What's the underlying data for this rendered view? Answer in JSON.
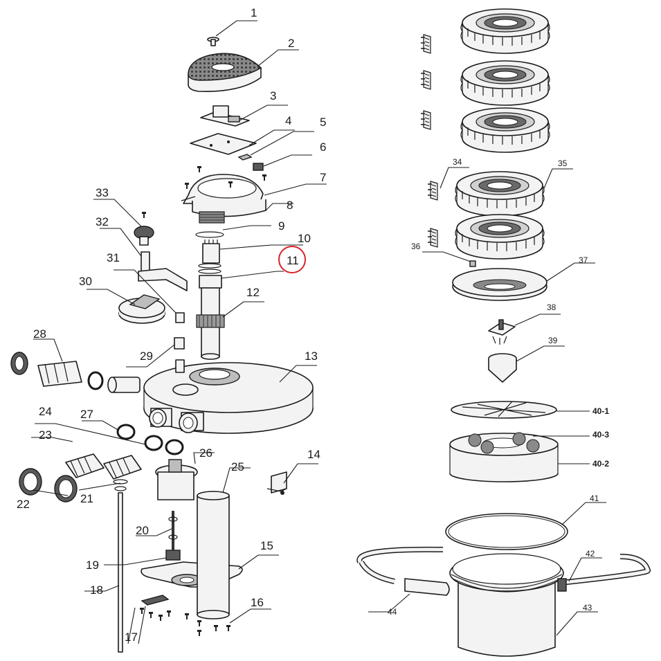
{
  "labels": {
    "p1": "1",
    "p2": "2",
    "p3": "3",
    "p4": "4",
    "p5": "5",
    "p6": "6",
    "p7": "7",
    "p8": "8",
    "p9": "9",
    "p10": "10",
    "p11": "11",
    "p12": "12",
    "p13": "13",
    "p14": "14",
    "p15": "15",
    "p16": "16",
    "p17": "17",
    "p18": "18",
    "p19": "19",
    "p20": "20",
    "p21": "21",
    "p22": "22",
    "p23": "23",
    "p24": "24",
    "p25": "25",
    "p26": "26",
    "p27": "27",
    "p28": "28",
    "p29": "29",
    "p30": "30",
    "p31": "31",
    "p32": "32",
    "p33": "33",
    "p34": "34",
    "p35": "35",
    "p36": "36",
    "p37": "37",
    "p38": "38",
    "p39": "39",
    "p40_1": "40-1",
    "p40_2": "40-2",
    "p40_3": "40-3",
    "p41": "41",
    "p42": "42",
    "p43": "43",
    "p44": "44"
  },
  "highlight": {
    "part": "11",
    "color": "#d8232a"
  },
  "colors": {
    "line": "#1a1a1a",
    "fill": "#f3f3f3",
    "highlight": "#d8232a"
  }
}
